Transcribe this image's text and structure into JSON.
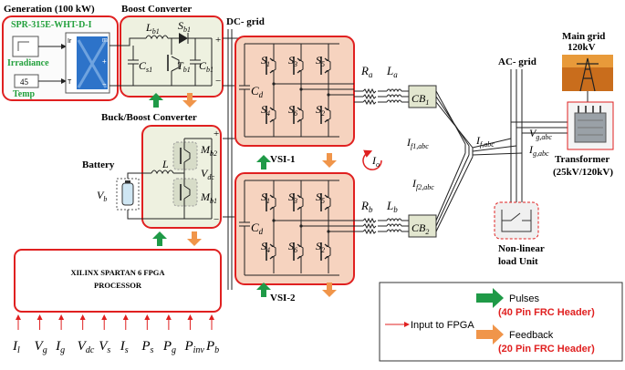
{
  "colors": {
    "red": "#e02020",
    "peach": "#f6d3bf",
    "cream": "#eef1e0",
    "green_arrow": "#1f9a47",
    "orange_arrow": "#f0954a",
    "green_text": "#22a03c",
    "blue_panel": "#2d73c9",
    "wire": "#222222"
  },
  "generation": {
    "title": "Generation (100 kW)",
    "module": "SPR-315E-WHT-D-I",
    "irradiance_label": "Irradiance",
    "temp_label": "Temp",
    "temp_value": "45",
    "port_ir": "Ir",
    "port_t": "T",
    "port_m": "m",
    "port_plus": "+",
    "port_minus": "−"
  },
  "boost": {
    "title": "Boost Converter",
    "l": "L",
    "l_sub": "b1",
    "s": "S",
    "s_sub": "b1",
    "cs": "C",
    "cs_sub": "s1",
    "t": "T",
    "t_sub": "b1",
    "cb": "C",
    "cb_sub": "b1",
    "plus": "+",
    "minus": "−"
  },
  "dc_grid": "DC- grid",
  "buckboost": {
    "title": "Buck/Boost Converter",
    "battery": "Battery",
    "l": "L",
    "vdc": "V",
    "vdc_sub": "dc",
    "vb": "V",
    "vb_sub": "b",
    "mb2": "M",
    "mb2_sub": "b2",
    "mb1": "M",
    "mb1_sub": "b1",
    "plus": "+",
    "minus": "−"
  },
  "vsi1": {
    "label": "VSI-1",
    "cd": "C",
    "cd_sub": "d",
    "switches": [
      {
        "name": "S",
        "sub": "1"
      },
      {
        "name": "S",
        "sub": "3"
      },
      {
        "name": "S",
        "sub": "5"
      },
      {
        "name": "S",
        "sub": "4"
      },
      {
        "name": "S",
        "sub": "6"
      },
      {
        "name": "S",
        "sub": "2"
      }
    ]
  },
  "vsi2": {
    "label": "VSI-2",
    "cd": "C",
    "cd_sub": "d",
    "switches": [
      {
        "name": "S",
        "sub": "1"
      },
      {
        "name": "S",
        "sub": "3"
      },
      {
        "name": "S",
        "sub": "5"
      },
      {
        "name": "S",
        "sub": "4"
      },
      {
        "name": "S",
        "sub": "6"
      },
      {
        "name": "S",
        "sub": "2"
      }
    ]
  },
  "filter1": {
    "r": "R",
    "r_sub": "a",
    "l": "L",
    "l_sub": "a",
    "cb": "CB",
    "cb_sub": "1"
  },
  "filter2": {
    "r": "R",
    "r_sub": "b",
    "l": "L",
    "l_sub": "b",
    "cb": "CB",
    "cb_sub": "2"
  },
  "currents": {
    "if1": "I",
    "if1_sub": "f1,abc",
    "if2": "I",
    "if2_sub": "f2,abc",
    "if": "I",
    "if_sub": "f,abc",
    "io": "I",
    "io_sub": "o",
    "vg": "V",
    "vg_sub": "g,abc",
    "ig": "I",
    "ig_sub": "g,abc"
  },
  "ac_grid": "AC- grid",
  "main_grid": {
    "line1": "Main grid",
    "line2": "120kV"
  },
  "transformer": {
    "line1": "Transformer",
    "line2": "(25kV/120kV)"
  },
  "load": {
    "line1": "Non-linear",
    "line2": "load Unit"
  },
  "fpga": {
    "line1": "XILINX SPARTAN 6 FPGA",
    "line2": "PROCESSOR"
  },
  "inputs": [
    {
      "name": "I",
      "sub": "l"
    },
    {
      "name": "V",
      "sub": "g"
    },
    {
      "name": "I",
      "sub": "g"
    },
    {
      "name": "V",
      "sub": "dc"
    },
    {
      "name": "V",
      "sub": "s"
    },
    {
      "name": "I",
      "sub": "s"
    },
    {
      "name": "P",
      "sub": "s"
    },
    {
      "name": "P",
      "sub": "g"
    },
    {
      "name": "P",
      "sub": "inv"
    },
    {
      "name": "P",
      "sub": "b"
    }
  ],
  "legend": {
    "input_label": "Input to FPGA",
    "pulses": "Pulses",
    "pulses_header": "(40 Pin FRC Header)",
    "feedback": "Feedback",
    "feedback_header": "(20 Pin FRC Header)"
  }
}
